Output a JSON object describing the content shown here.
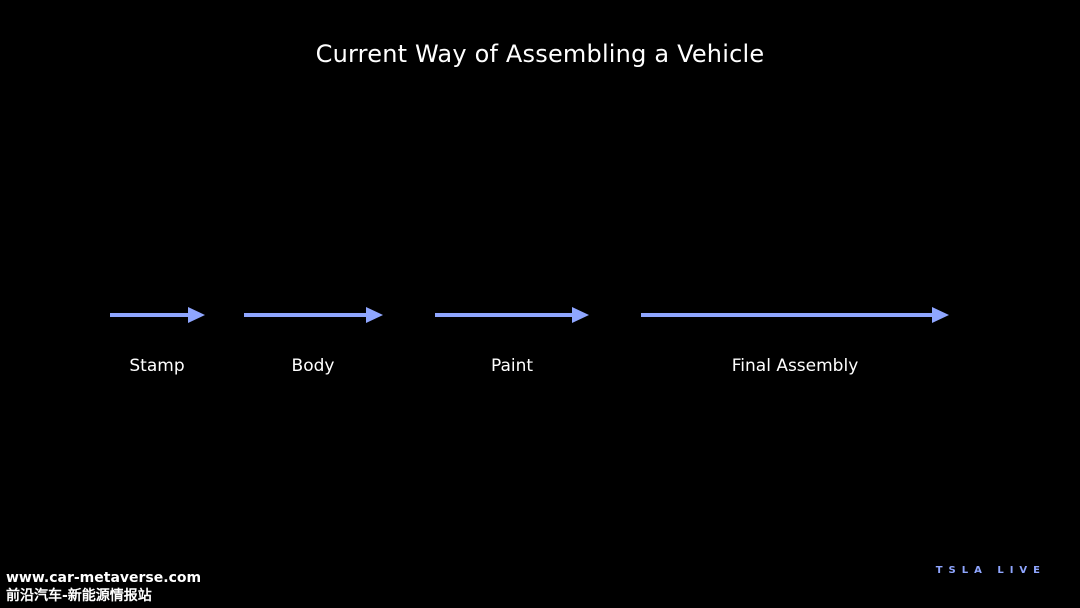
{
  "title": "Current Way of Assembling a Vehicle",
  "steps": [
    {
      "label": "Stamp"
    },
    {
      "label": "Body"
    },
    {
      "label": "Paint"
    },
    {
      "label": "Final Assembly"
    }
  ],
  "colors": {
    "arrow": "#8fa6ff",
    "background": "#000000",
    "text": "#ffffff"
  },
  "watermark": {
    "line1": "www.car-metaverse.com",
    "line2": "前沿汽车-新能源情报站"
  },
  "logo": {
    "text": "TSLA LIVE"
  }
}
